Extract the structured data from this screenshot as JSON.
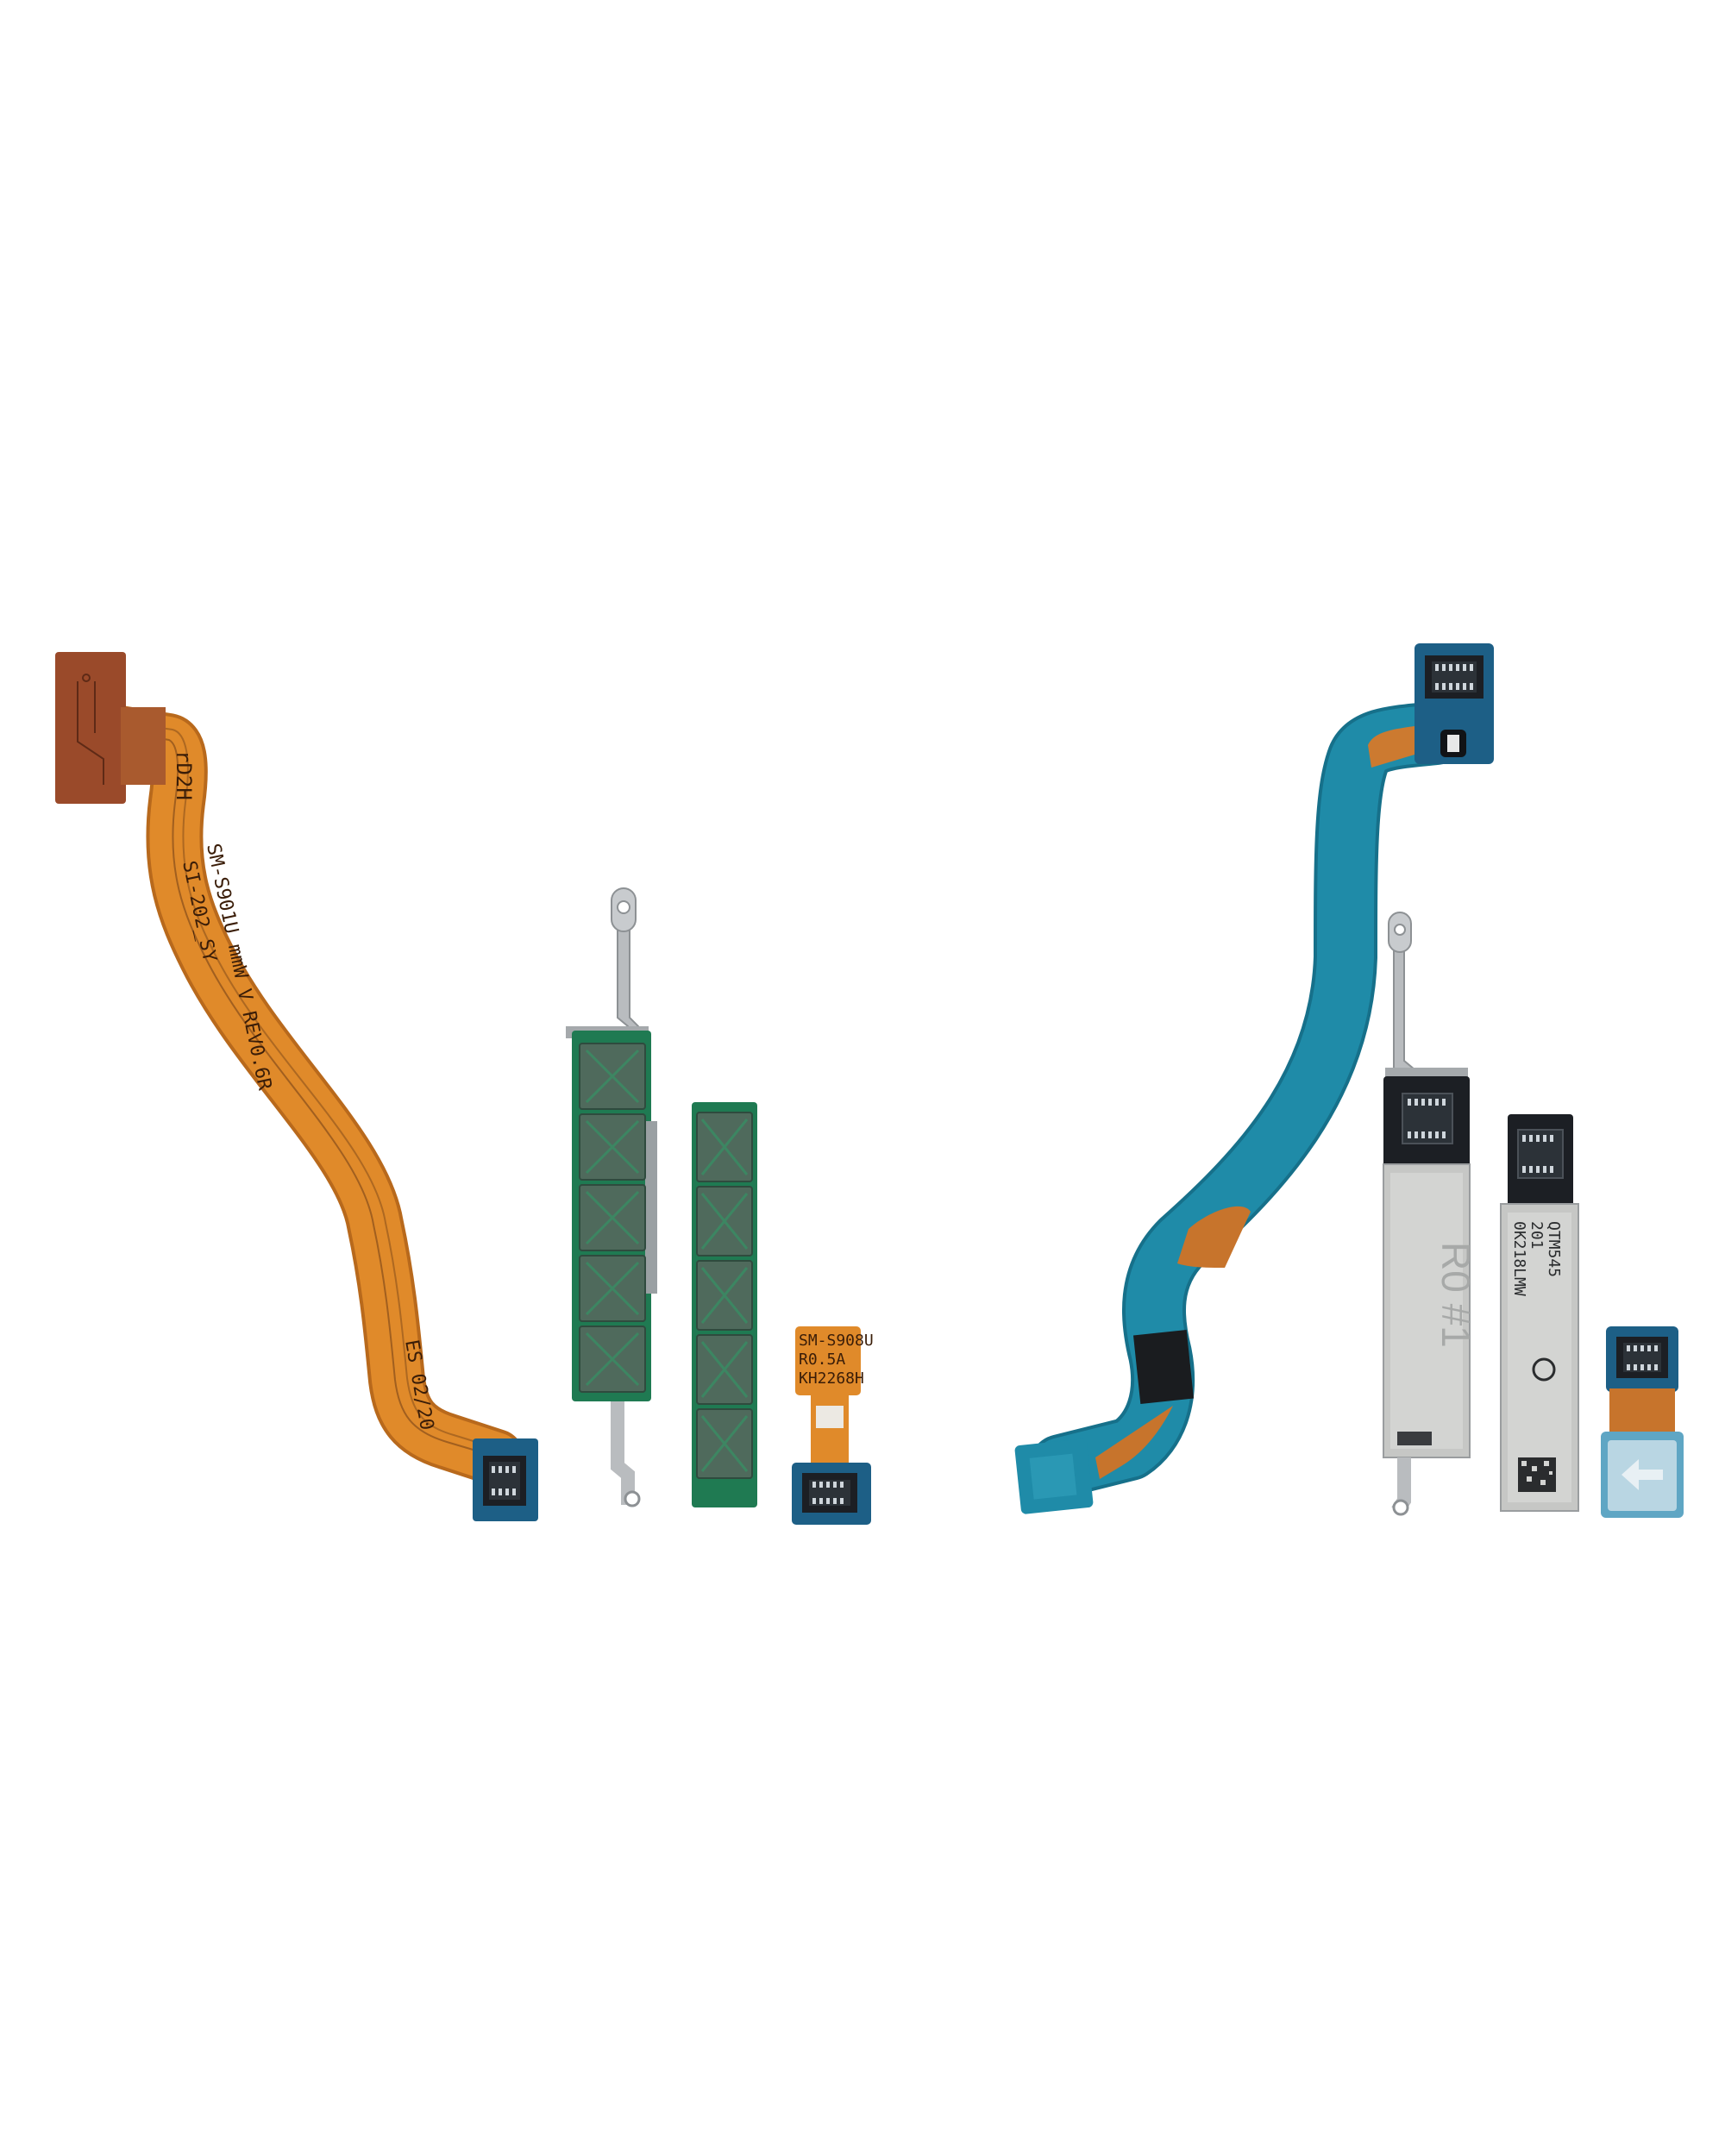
{
  "photo": {
    "background": "#ffffff",
    "colors": {
      "orange_flex": "#e08a2a",
      "orange_flex_dark": "#b8691c",
      "copper_pad": "#9a4a2a",
      "blue_flex": "#1f8ba8",
      "blue_flex_dark": "#16708a",
      "green_antenna": "#1f7a52",
      "green_tile": "#4f6a5c",
      "steel": "#b9bcbf",
      "steel_dark": "#8d9194",
      "connector_black": "#1c1f24",
      "pcb_blue": "#1d5f86"
    },
    "left_group": {
      "flex_cable": {
        "line1": "SM-S901U mmW V REV0.6R",
        "line2": "SI-202_SY",
        "top_mark": "rD2H",
        "bottom_mark": "ES 02/20"
      },
      "antenna_module_a": {
        "tiles": 5
      },
      "antenna_module_b": {
        "tiles": 5
      },
      "small_flex": {
        "line1": "SM-S908U",
        "line2": "R0.5A",
        "line3": "KH2268H"
      }
    },
    "right_group": {
      "shield_module_a": {
        "mark": "R0 #1"
      },
      "shield_module_b": {
        "line1": "QTM545",
        "line2": "201",
        "line3": "0K218LMW"
      }
    }
  }
}
